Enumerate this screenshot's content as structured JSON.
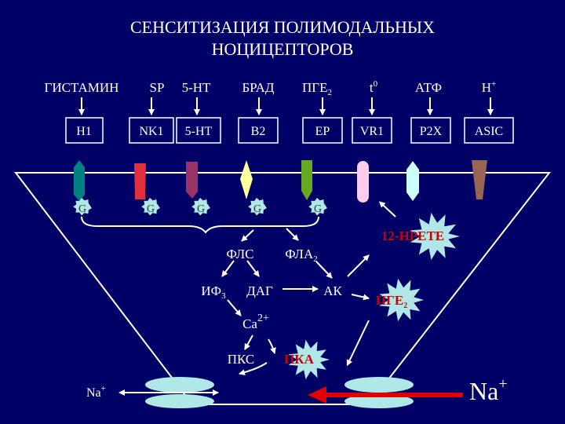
{
  "title": {
    "line1": "СЕНСИТИЗАЦИЯ ПОЛИМОДАЛЬНЫХ",
    "line2": "НОЦИЦЕПТОРОВ"
  },
  "ligands": [
    {
      "label": "ГИСТАМИН"
    },
    {
      "label": "SP"
    },
    {
      "label": "5-HT"
    },
    {
      "label": "БРАД"
    },
    {
      "label": "ПГЕ",
      "sub": "2"
    },
    {
      "label": "t",
      "sup": "0"
    },
    {
      "label": "АТФ"
    },
    {
      "label": "H",
      "sup": "+"
    }
  ],
  "receptors": [
    {
      "label": "H1"
    },
    {
      "label": "NK1"
    },
    {
      "label": "5-HT"
    },
    {
      "label": "B2"
    },
    {
      "label": "EP"
    },
    {
      "label": "VR1"
    },
    {
      "label": "P2X"
    },
    {
      "label": "ASIC"
    }
  ],
  "channels": {
    "colors": [
      "#008080",
      "#e03040",
      "#993366",
      "#ffff99",
      "#66aa22",
      "#ffccee",
      "#ccffff",
      "#996655"
    ]
  },
  "g_proteins": [
    "G",
    "G",
    "G",
    "G",
    "G"
  ],
  "pathway": {
    "fls": "ФЛС",
    "fla": "ФЛА",
    "fla_sub": "2",
    "if3": "ИФ",
    "if3_sub": "3",
    "dag": "ДАГ",
    "ak": "АК",
    "ca": "Ca",
    "ca_sup": "2+",
    "pkc": "ПКС",
    "pka": "ПКА",
    "hpete": "12-HPETE",
    "pge2": "ПГЕ",
    "pge2_sub": "2"
  },
  "ions": {
    "na_left": "Na",
    "na_left_sup": "+",
    "na_right": "Na",
    "na_right_sup": "+"
  },
  "colors": {
    "background": "#000066",
    "text": "#ffffff",
    "starburst": "#b0e8e8",
    "accent_red": "#cc0000",
    "arrow_red": "#e00000"
  }
}
